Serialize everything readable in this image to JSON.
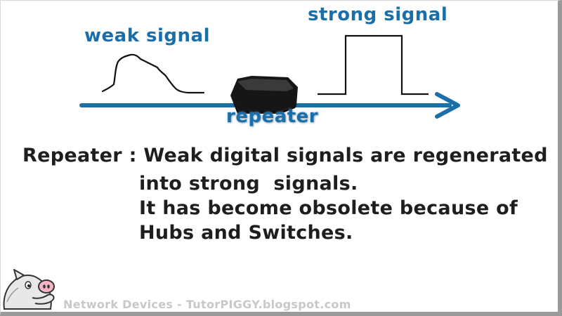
{
  "labels": {
    "weak": "weak signal",
    "strong": "strong signal",
    "repeater": "repeater"
  },
  "description": {
    "line1": "Repeater : Weak digital signals are regenerated",
    "line2": "into strong  signals.",
    "line3": "It has become obsolete because of",
    "line4": "Hubs and Switches."
  },
  "footer": "Network Devices - TutorPIGGY.blogspot.com",
  "colors": {
    "accent": "#1a6fa8",
    "text": "#1e1e1e",
    "device": "#1c1c1c"
  },
  "icons": {
    "mascot": "piggy-mascot-icon",
    "device": "repeater-device-icon"
  }
}
